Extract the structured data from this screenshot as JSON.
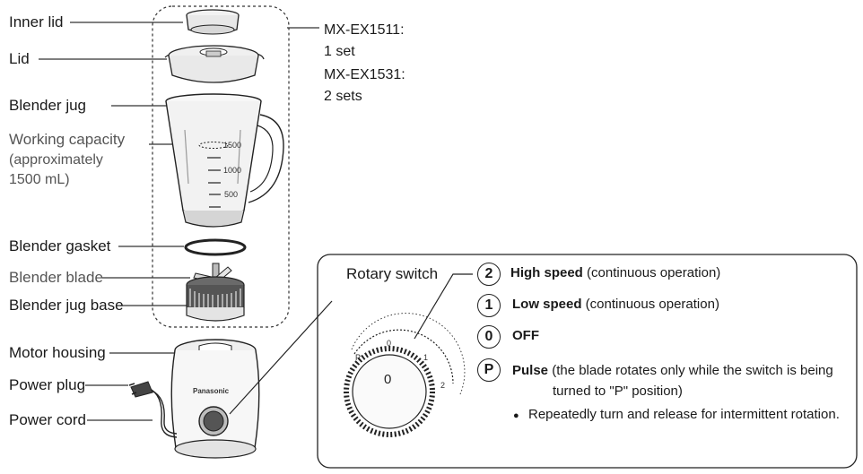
{
  "labels": {
    "inner_lid": "Inner lid",
    "lid": "Lid",
    "blender_jug": "Blender jug",
    "working_capacity": "Working capacity",
    "capacity_note_1": "(approximately",
    "capacity_note_2": "1500 mL)",
    "blender_gasket": "Blender gasket",
    "blender_blade": "Blender blade",
    "blender_jug_base": "Blender jug base",
    "motor_housing": "Motor housing",
    "power_plug": "Power plug",
    "power_cord": "Power cord"
  },
  "models": {
    "model_1": "MX-EX1511:",
    "model_1_qty": "1 set",
    "model_2": "MX-EX1531:",
    "model_2_qty": "2 sets"
  },
  "jug_marks": {
    "m1500": "1500",
    "m1000": "1000",
    "m500": "500"
  },
  "brand": "Panasonic",
  "rotary": {
    "title": "Rotary switch",
    "dial_marks": {
      "p": "P",
      "zero": "0",
      "one": "1",
      "two": "2"
    },
    "knob_mark": "0",
    "settings": [
      {
        "badge": "2",
        "name": "High speed",
        "desc": " (continuous operation)"
      },
      {
        "badge": "1",
        "name": "Low speed",
        "desc": " (continuous operation)"
      },
      {
        "badge": "0",
        "name": "OFF",
        "desc": ""
      },
      {
        "badge": "P",
        "name": "Pulse",
        "desc": " (the blade rotates only while the switch is being"
      }
    ],
    "pulse_desc_2": "turned to \"P\" position)",
    "note_bullet": "●",
    "note": "Repeatedly turn and release for intermittent rotation."
  }
}
